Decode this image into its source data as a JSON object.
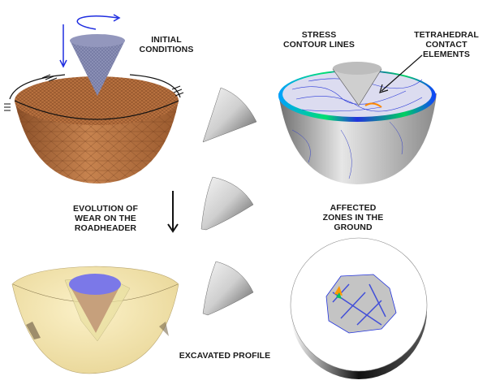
{
  "title": "Roadheader pick cutting simulation stages",
  "labels": {
    "initial_conditions": "INITIAL\nCONDITIONS",
    "stress_contour_lines": "STRESS\nCONTOUR LINES",
    "tetrahedral_contact_elements": "TETRAHEDRAL\nCONTACT\nELEMENTS",
    "evolution_of_wear": "EVOLUTION OF\nWEAR ON THE\nROADHEADER",
    "affected_zones": "AFFECTED\nZONES IN THE\nGROUND",
    "excavated_profile": "EXCAVATED PROFILE"
  },
  "panels": [
    {
      "id": "initial",
      "description": "Meshed hemispherical ground with pick cone above, rotation and downward motion arrows, boundary constraints",
      "ground_color": "#b8713f",
      "cone_color": "#8a8fb5"
    },
    {
      "id": "stress",
      "description": "Grey hemisphere with stress contour lines and cone penetrating surface",
      "contour_color": "#2233dd"
    },
    {
      "id": "excavated",
      "description": "Translucent yellow hemisphere with excavated cavity and blue-topped worn cone",
      "ground_color": "#f3e2a8",
      "cone_top_color": "#7b78e8"
    },
    {
      "id": "affected",
      "description": "Top view of ground disc showing affected zone with stress contours",
      "disc_color": "#ffffff"
    }
  ],
  "wear_stages": [
    "pick-stage-1",
    "pick-stage-2",
    "pick-stage-3"
  ],
  "colors": {
    "motion_arrow": "#1f2ee0",
    "text": "#1a1a1a",
    "pick": "#bdbdbd"
  }
}
